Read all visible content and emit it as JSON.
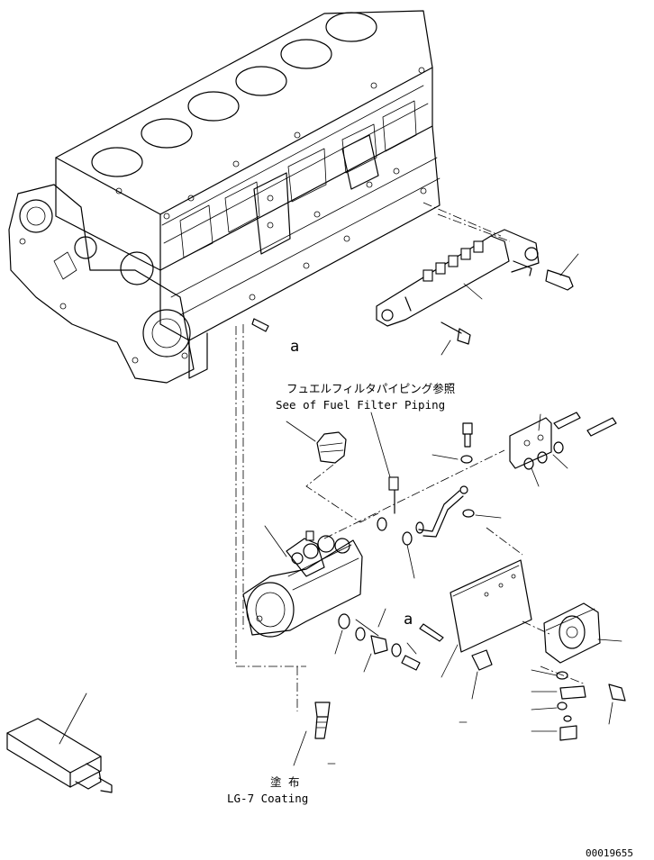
{
  "annotations": {
    "fuel_filter_ref_jp": "フュエルフィルタパイピング参照",
    "fuel_filter_ref_en": "See of Fuel Filter Piping",
    "coating_jp": "塗 布",
    "coating_en": "LG-7 Coating",
    "mark_a_upper": "a",
    "mark_a_lower": "a",
    "drawing_number": "00019655"
  }
}
